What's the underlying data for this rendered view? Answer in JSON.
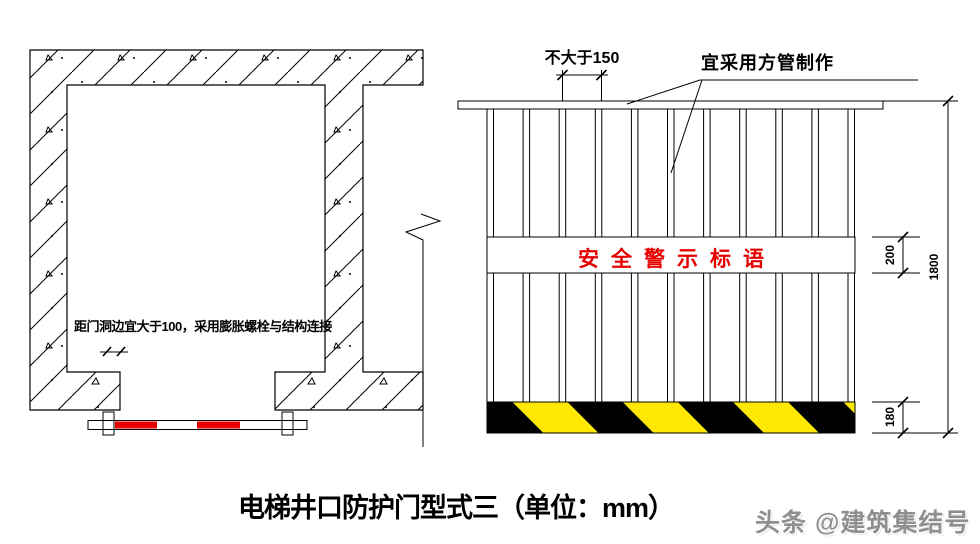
{
  "plan_view": {
    "note": "距门洞边宜大于100，采用膨胀螺栓与结构连接",
    "bar_color": "#e60000"
  },
  "elevation_view": {
    "dim_top_label": "不大于150",
    "material_label": "宜采用方管制作",
    "warning_text": "安全警示标语",
    "dim_band": "200",
    "dim_total": "1800",
    "dim_bottom": "180",
    "tube_count": 11,
    "colors": {
      "warning_red": "#e60000",
      "hazard_yellow": "#ffe903",
      "hazard_black": "#000000",
      "line": "#000000"
    }
  },
  "caption": "电梯井口防护门型式三（单位：mm）",
  "watermark": "头条 @建筑集结号"
}
